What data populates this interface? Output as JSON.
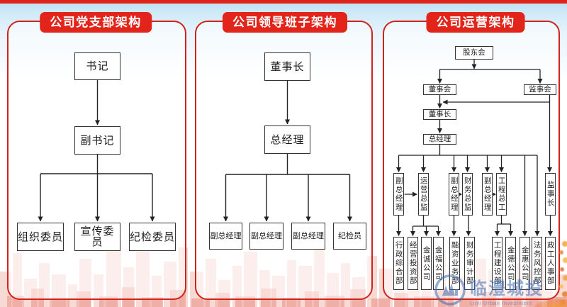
{
  "meta": {
    "accent_red": "#e2241b",
    "panel_border_red": "#d0231b",
    "watermark_cn": "临澧城投",
    "watermark_en": "Linli Urban Investment"
  },
  "panel1": {
    "title": "公司党支部架构",
    "nodes": {
      "secretary": "书记",
      "deputy_secretary": "副书记",
      "org_member": "组织委员",
      "publicity_member": "宣传委员",
      "discipline_member": "纪检委员"
    }
  },
  "panel2": {
    "title": "公司领导班子架构",
    "nodes": {
      "chairman": "董事长",
      "general_manager": "总经理",
      "vice_gm1": "副总经理",
      "vice_gm2": "副总经理",
      "vice_gm3": "副总经理",
      "discipline_inspector": "纪检员"
    }
  },
  "panel3": {
    "title": "公司运营架构",
    "top": {
      "shareholders": "股东会",
      "board": "董事会",
      "supervisory_board": "监事会",
      "chairman": "董事长",
      "general_manager": "总经理"
    },
    "mid": [
      "副总经理",
      "运营总监",
      "副总经理",
      "财务总监",
      "副总经理",
      "工程总工",
      "监事长"
    ],
    "bottom": [
      "行政综合部",
      "经营投资部",
      "金诚公司",
      "金福公司",
      "融资业务部",
      "财务审计部",
      "工程建设部",
      "金德公司",
      "金惠公司",
      "法务风控部",
      "政工人事部"
    ]
  }
}
